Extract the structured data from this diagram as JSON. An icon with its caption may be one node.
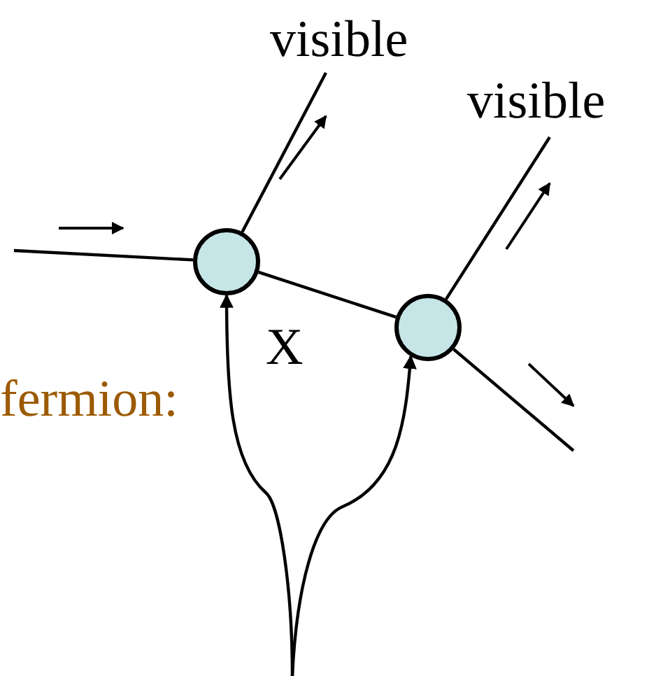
{
  "diagram": {
    "nodes": [
      {
        "text": [
          "visible"
        ]
      },
      {
        "text": [
          "visible"
        ]
      },
      {
        "text": [],
        "shape": "circle"
      },
      {
        "text": [],
        "shape": "circle"
      }
    ],
    "edges": [
      {
        "from": null,
        "to": 2,
        "arrow": "none"
      },
      {
        "from": 2,
        "to": 0,
        "arrow": "none"
      },
      {
        "from": 2,
        "to": 3,
        "arrow": "none"
      },
      {
        "from": 3,
        "to": 1,
        "arrow": "none"
      },
      {
        "from": 3,
        "to": null,
        "arrow": "none"
      },
      {
        "from": null,
        "to": 2,
        "arrow": "to"
      },
      {
        "from": null,
        "to": 3,
        "arrow": "to"
      }
    ],
    "labels": [
      "X",
      "fermion:"
    ]
  }
}
